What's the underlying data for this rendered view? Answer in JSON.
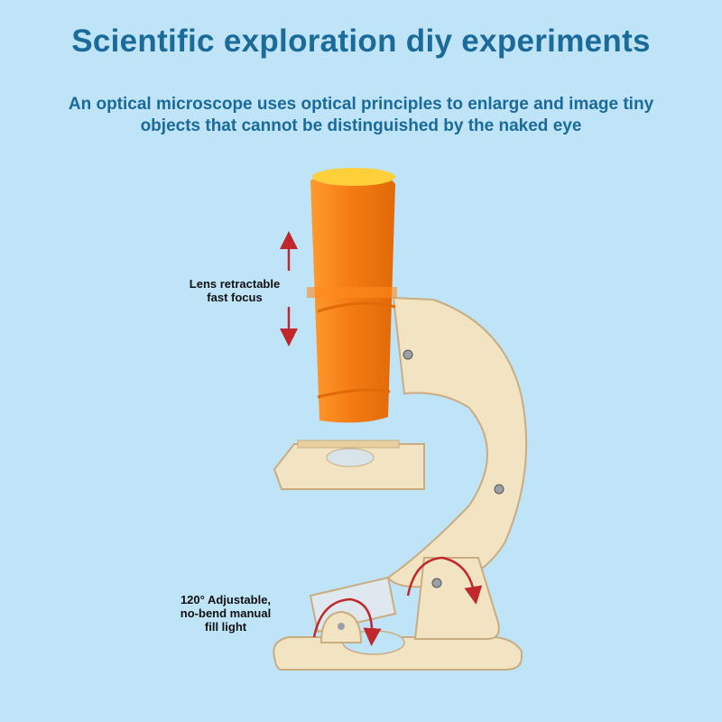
{
  "title": "Scientific exploration diy experiments",
  "subtitle": "An optical microscope uses optical principles to enlarge and image tiny objects that cannot be distinguished by the naked eye",
  "callouts": {
    "lens_line1": "Lens retractable",
    "lens_line2": "fast focus",
    "light_line1": "120° Adjustable,",
    "light_line2": "no-bend manual",
    "light_line3": "fill light"
  },
  "colors": {
    "background": "#bfe3f7",
    "title": "#1a6a9a",
    "tube": "#f47a12",
    "wood": "#f2e3c3",
    "arrow": "#c0282d"
  },
  "icons": [
    "focus-arrow-up-icon",
    "focus-arrow-down-icon",
    "rotation-arrow-icon"
  ]
}
